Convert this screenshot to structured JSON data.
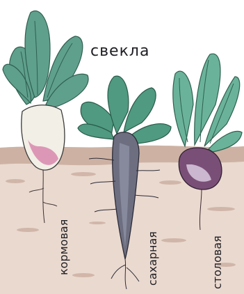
{
  "title": "свекла",
  "varieties": [
    {
      "label": "кормовая"
    },
    {
      "label": "сахарная"
    },
    {
      "label": "столовая"
    }
  ]
}
